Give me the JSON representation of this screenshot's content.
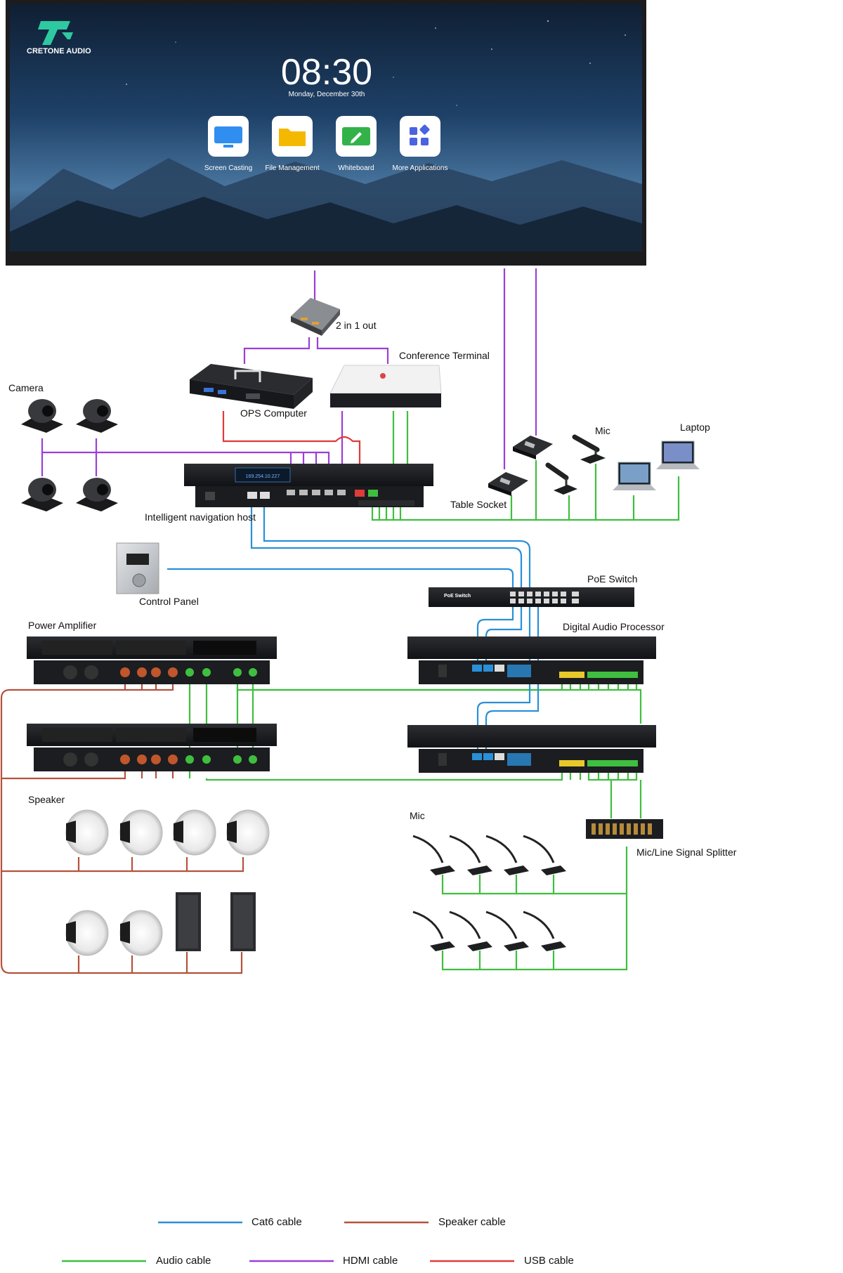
{
  "display": {
    "brand_name": "CRETONE AUDIO",
    "brand_logo_text": "TC",
    "clock_time": "08:30",
    "clock_date": "Monday, December 30th",
    "apps": [
      {
        "label": "Screen Casting",
        "icon": "monitor-icon",
        "color": "#2f8ef0"
      },
      {
        "label": "File Management",
        "icon": "folder-icon",
        "color": "#f5b800"
      },
      {
        "label": "Whiteboard",
        "icon": "pencil-board-icon",
        "color": "#34b24a"
      },
      {
        "label": "More Applications",
        "icon": "apps-grid-icon",
        "color": "#4a63e0"
      }
    ]
  },
  "devices": {
    "switch_2in1": "2 in 1 out",
    "conference_terminal": "Conference Terminal",
    "camera": "Camera",
    "ops_computer": "OPS Computer",
    "mic_top": "Mic",
    "laptop": "Laptop",
    "table_socket": "Table Socket",
    "nav_host": "Intelligent navigation host",
    "nav_host_ip": "169.254.10.227",
    "control_panel": "Control Panel",
    "poe_switch": "PoE Switch",
    "poe_switch_panel": "PoE Switch",
    "power_amplifier": "Power Amplifier",
    "digital_audio_processor": "Digital Audio Processor",
    "speaker": "Speaker",
    "mic_bottom": "Mic",
    "splitter": "Mic/Line Signal Splitter"
  },
  "legend": [
    {
      "label": "Cat6 cable",
      "color": "#2a8fd8"
    },
    {
      "label": "Speaker cable",
      "color": "#b4523c"
    },
    {
      "label": "Audio cable",
      "color": "#3fbf3f"
    },
    {
      "label": "HDMI cable",
      "color": "#9b3fd8"
    },
    {
      "label": "USB cable",
      "color": "#e03a3a"
    }
  ]
}
